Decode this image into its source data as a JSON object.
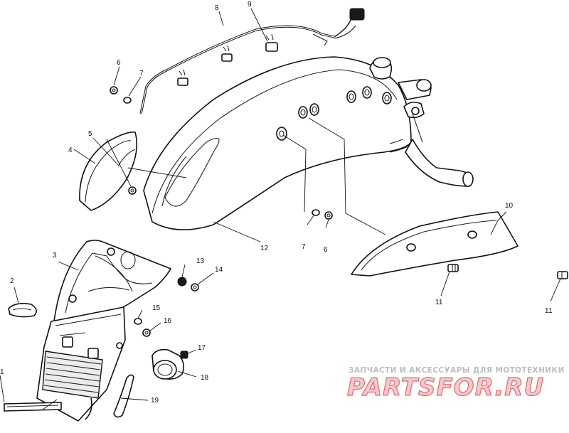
{
  "callouts": {
    "c1": "1",
    "c2": "2",
    "c3": "3",
    "c4": "4",
    "c5": "5",
    "c6a": "6",
    "c6b": "6",
    "c7a": "7",
    "c7b": "7",
    "c8": "8",
    "c9": "9",
    "c10": "10",
    "c11a": "11",
    "c11b": "11",
    "c12": "12",
    "c13": "13",
    "c14": "14",
    "c15": "15",
    "c16": "16",
    "c17": "17",
    "c18": "18",
    "c19": "19"
  },
  "watermark": {
    "caption": "ЗАПЧАСТИ И АКСЕССУАРЫ ДЛЯ МОТОТЕХНИКИ",
    "logo": "PARTSFOR.RU"
  }
}
